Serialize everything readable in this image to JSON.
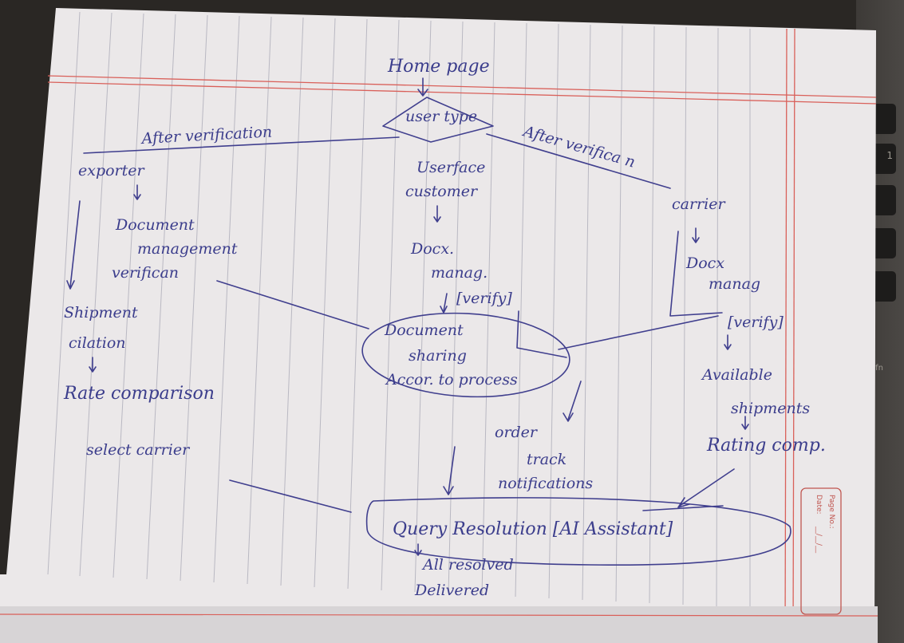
{
  "flowchart": {
    "home_page": "Home page",
    "user_type": "user type",
    "after_verification_left": "After verification",
    "after_verification_right": "After verifica n",
    "exporter": {
      "title": "exporter",
      "step1_line1": "Document",
      "step1_line2": "management",
      "step1_line3": "verifican",
      "step2_line1": "Shipment",
      "step2_line2": "cilation",
      "step3": "Rate comparison",
      "step4": "select carrier"
    },
    "customer": {
      "title_line1": "Userface",
      "title_line2": "customer",
      "step1_line1": "Docx.",
      "step1_line2": "manag.",
      "step1_line3": "[verify]"
    },
    "carrier": {
      "title": "carrier",
      "step1_line1": "Docx",
      "step1_line2": "manag",
      "step1_line3": "[verify]",
      "step2_line1": "Available",
      "step2_line2": "shipments",
      "step3": "Rating comp."
    },
    "center": {
      "doc_line1": "Document",
      "doc_line2": "sharing",
      "doc_line3": "Accor. to process",
      "order_line1": "order",
      "order_line2": "track",
      "order_line3": "notifications",
      "query": "Query Resolution [AI Assistant]",
      "final_line1": "All resolved",
      "final_line2": "Delivered"
    }
  },
  "notebook": {
    "page_no_label": "Page No.:",
    "date_label": "Date:",
    "date_blank": "__/__/__"
  },
  "laptop": {
    "fn_label": "fn",
    "key_1": "1"
  },
  "colors": {
    "ink": "#3b3d8c",
    "paper": "#ece9ea",
    "rule_blue": "#a9aab6",
    "margin_red": "#d9605a"
  }
}
